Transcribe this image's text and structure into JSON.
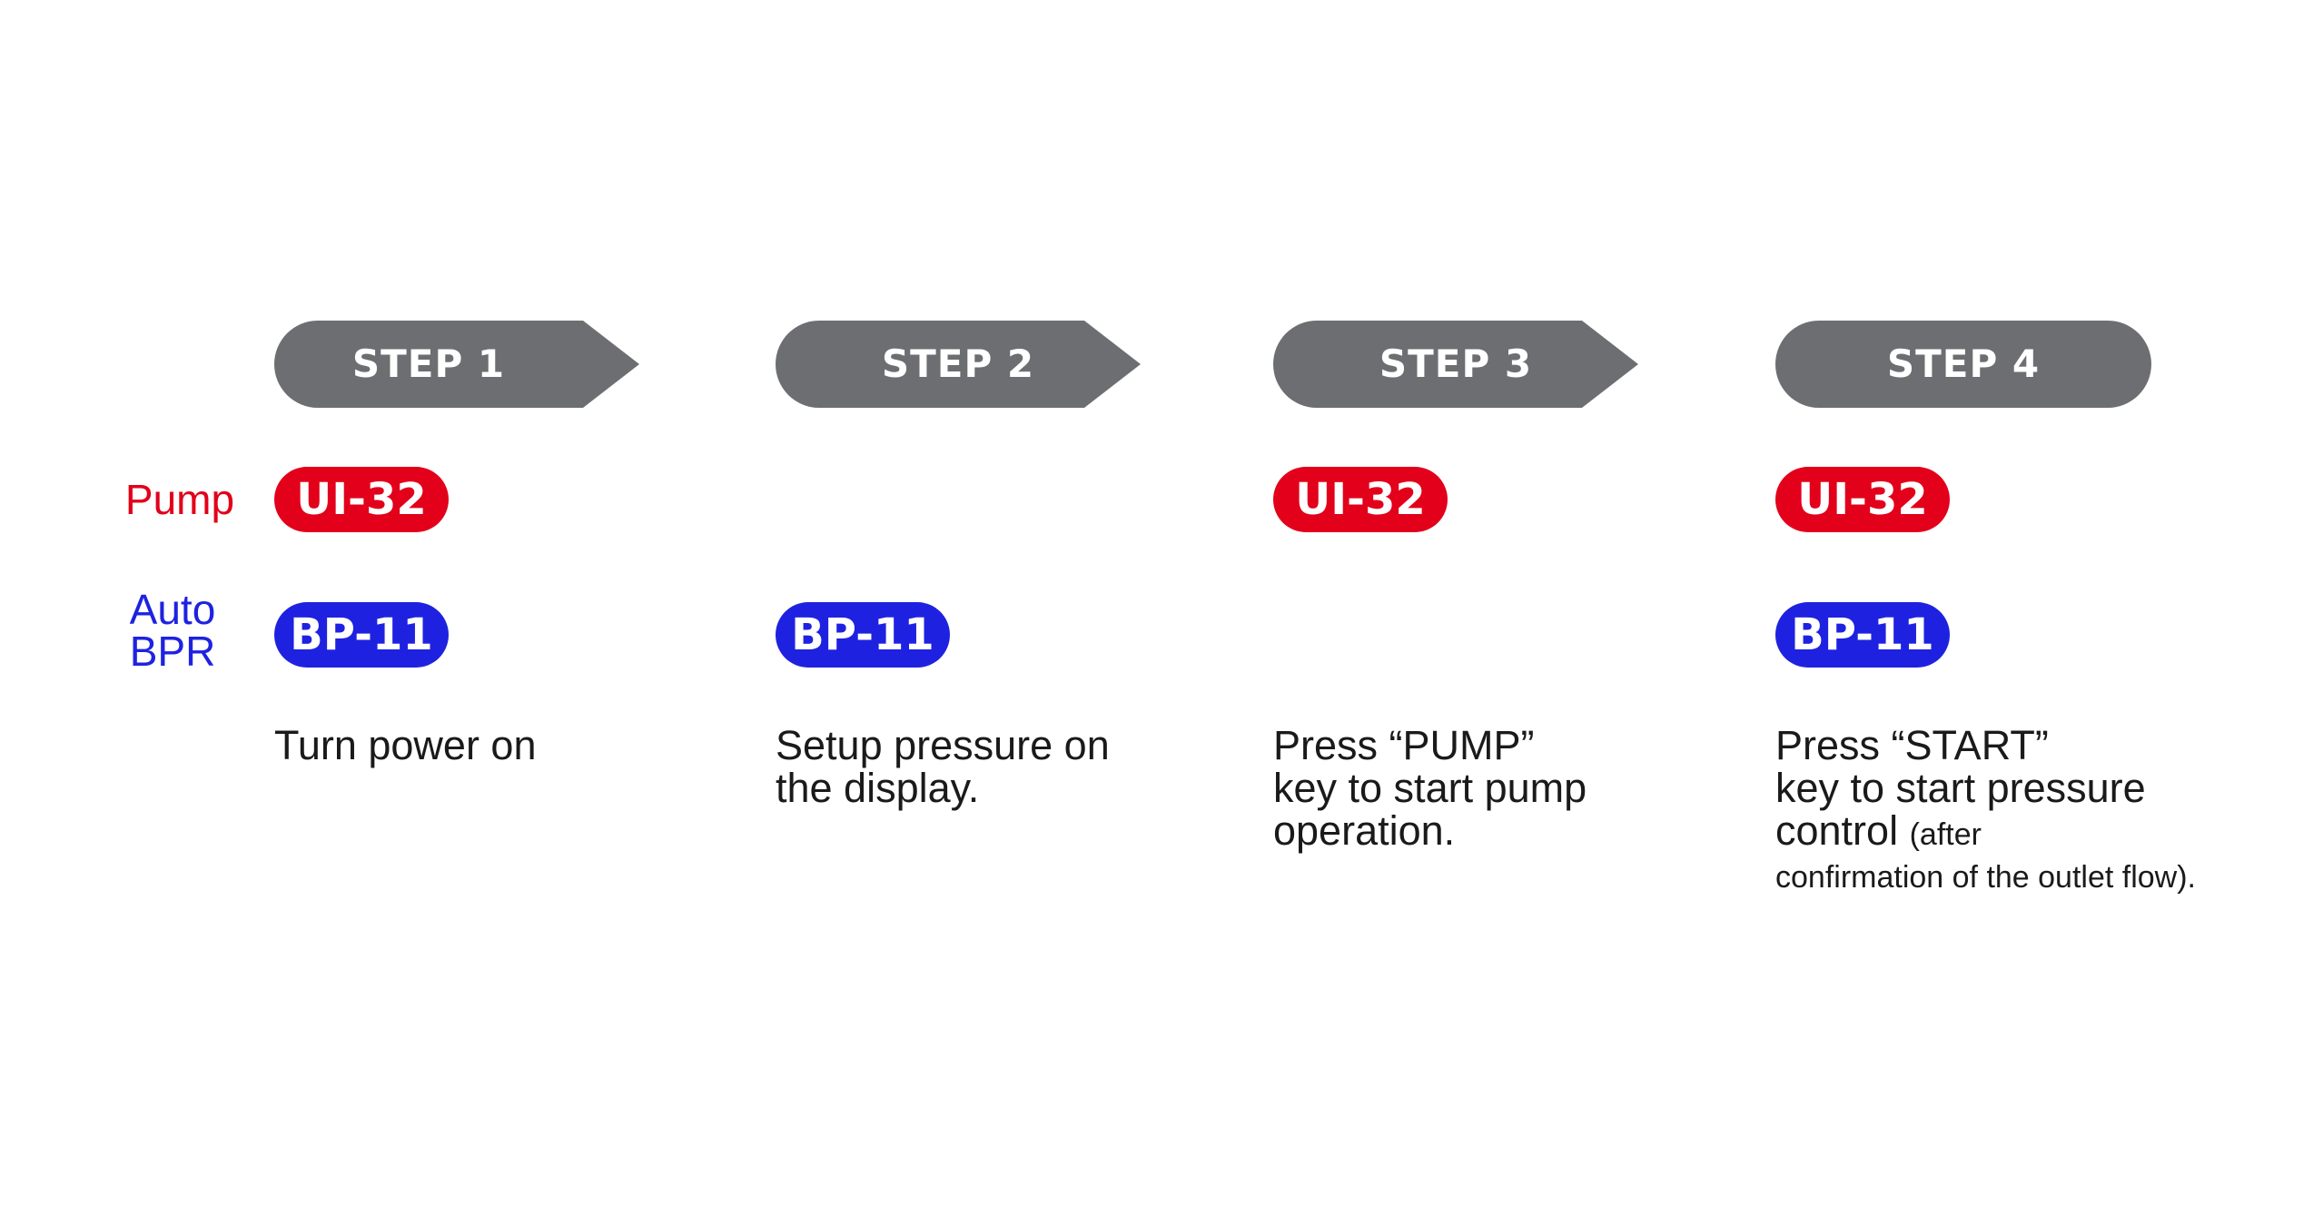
{
  "colors": {
    "header_gray": "#6d6e71",
    "pump_red": "#e2001a",
    "bpr_blue": "#1e22e0",
    "text_dark": "#1a1a1a"
  },
  "rows": {
    "pump_label": "Pump",
    "bpr_label_line1": "Auto",
    "bpr_label_line2": "BPR"
  },
  "steps": [
    {
      "label": "STEP 1",
      "pump_badge": "",
      "bpr_badge": "BP-11",
      "description": [
        "Turn power on"
      ]
    },
    {
      "label": "STEP 2",
      "pump_badge": "",
      "bpr_badge": "BP-11",
      "description": [
        "Setup pressure on",
        "the display."
      ]
    },
    {
      "label": "STEP 3",
      "pump_badge": "UI-32",
      "bpr_badge": "",
      "description": [
        "Press “PUMP”",
        "key to start pump",
        "operation."
      ]
    },
    {
      "label": "STEP 4",
      "pump_badge": "UI-32",
      "bpr_badge": "BP-11",
      "description_lines": [
        "Press “START”",
        "key to start pressure",
        "control"
      ],
      "description_small_inline": "(after",
      "description_small_line": "confirmation of the outlet flow)."
    }
  ],
  "step1_pump_badge": "UI-32"
}
